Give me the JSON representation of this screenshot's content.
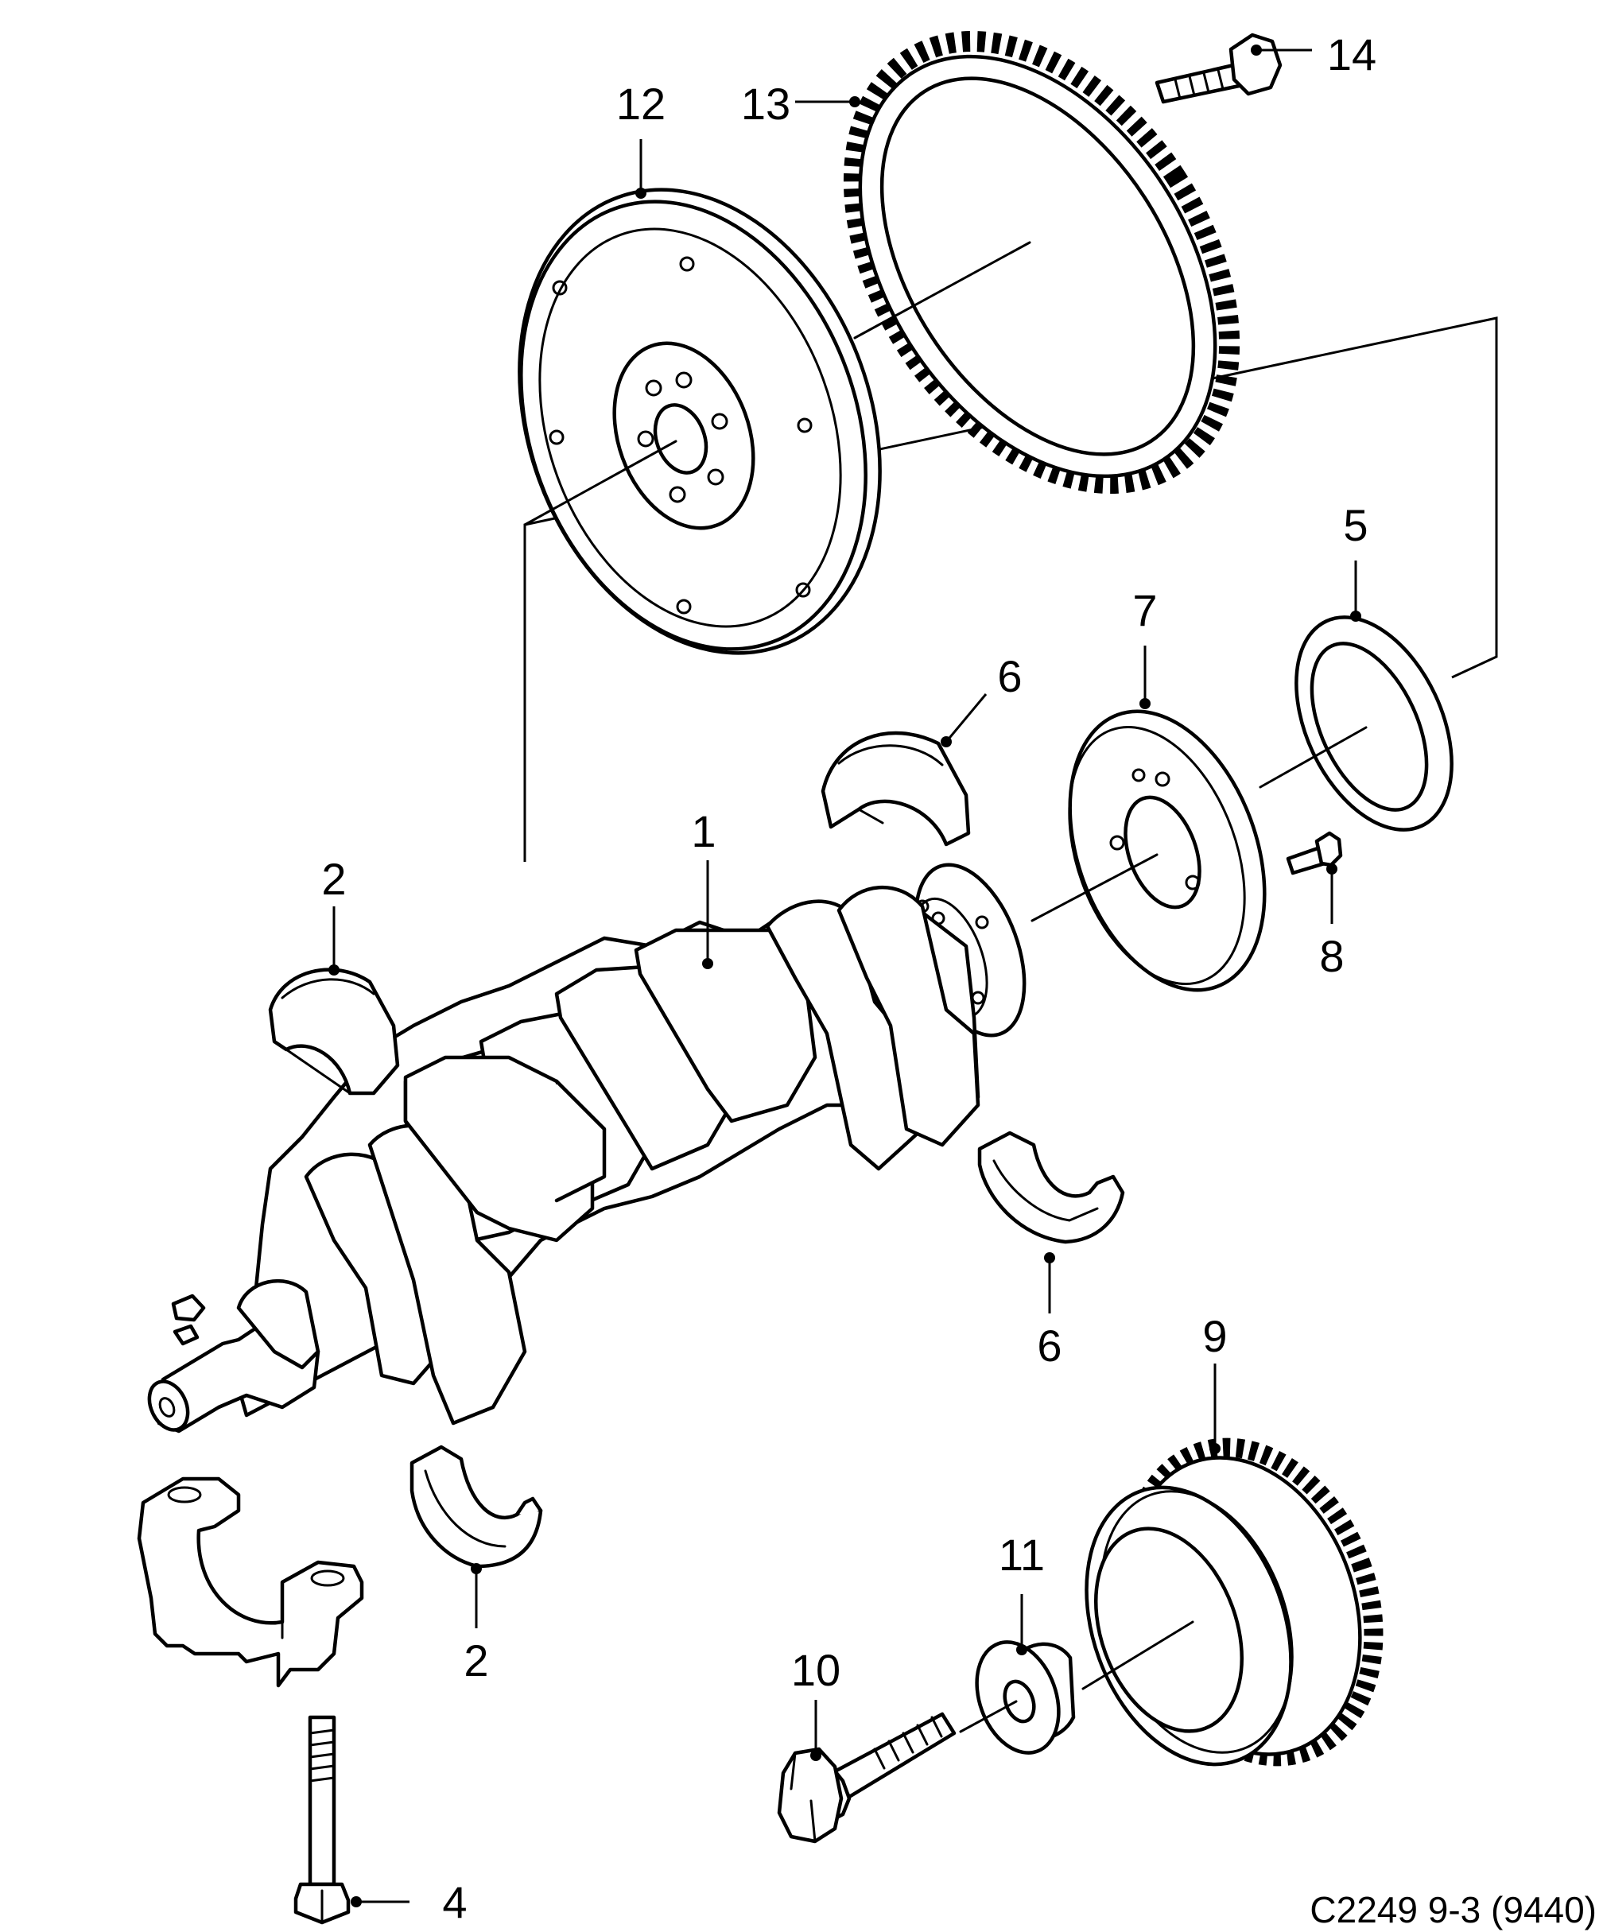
{
  "callouts": {
    "c1": "1",
    "c2a": "2",
    "c2b": "2",
    "c4": "4",
    "c5": "5",
    "c6a": "6",
    "c6b": "6",
    "c7": "7",
    "c8": "8",
    "c9": "9",
    "c10": "10",
    "c11": "11",
    "c12": "12",
    "c13": "13",
    "c14": "14"
  },
  "figure_code": "C2249 9-3 (9440)"
}
